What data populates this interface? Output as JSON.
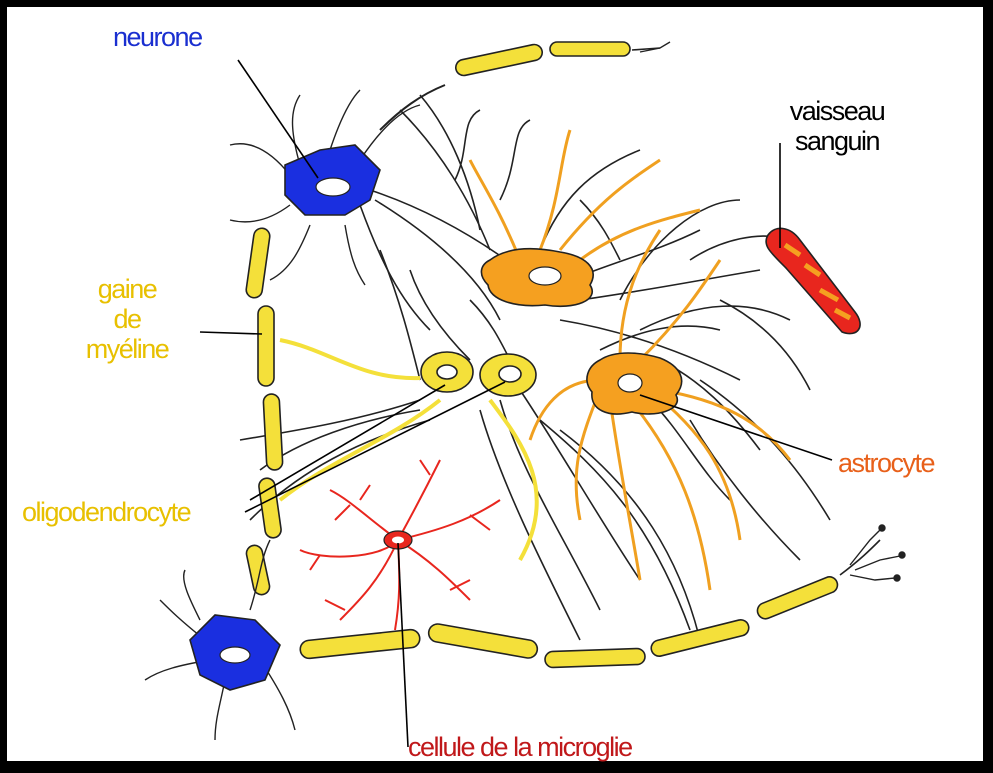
{
  "labels": {
    "neurone": "neurone",
    "vaisseau_line1": "vaisseau",
    "vaisseau_line2": "sanguin",
    "gaine_line1": "gaine",
    "gaine_line2": "de",
    "gaine_line3": "myéline",
    "oligodendrocyte": "oligodendrocyte",
    "astrocyte": "astrocyte",
    "microglie": "cellule de la microglie"
  },
  "colors": {
    "neuron": "#1a2fe0",
    "myelin": "#f4e03a",
    "astrocyte": "#f5a020",
    "microglia": "#e8261e",
    "vessel": "#e8261e",
    "oligodendrocyte_text": "#e8c000",
    "astrocyte_text": "#e8601a",
    "microglia_text": "#c0181a",
    "neurone_text": "#1a2fd0"
  }
}
